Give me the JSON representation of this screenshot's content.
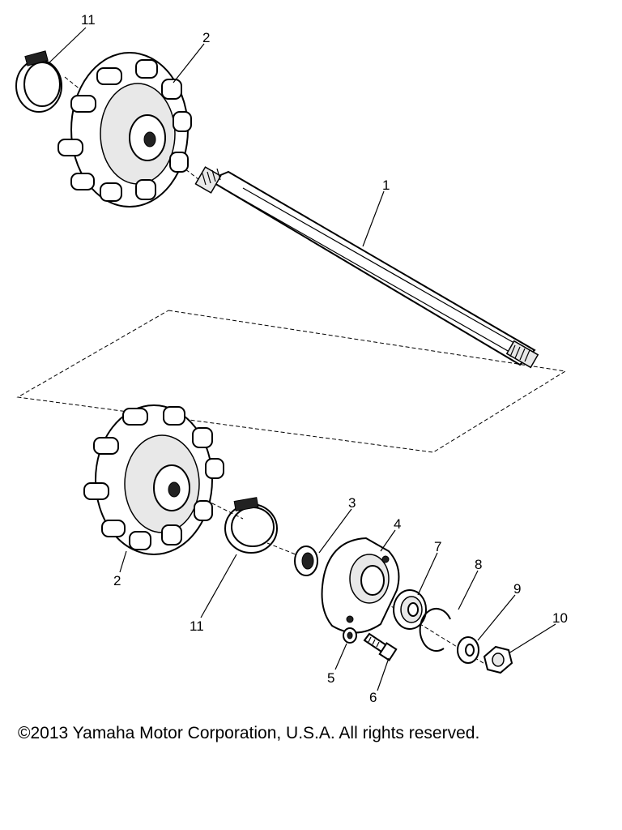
{
  "diagram": {
    "callouts": [
      {
        "id": "c11a",
        "label": "11"
      },
      {
        "id": "c2a",
        "label": "2"
      },
      {
        "id": "c1",
        "label": "1"
      },
      {
        "id": "c3",
        "label": "3"
      },
      {
        "id": "c4",
        "label": "4"
      },
      {
        "id": "c7",
        "label": "7"
      },
      {
        "id": "c8",
        "label": "8"
      },
      {
        "id": "c9",
        "label": "9"
      },
      {
        "id": "c10",
        "label": "10"
      },
      {
        "id": "c2b",
        "label": "2"
      },
      {
        "id": "c11b",
        "label": "11"
      },
      {
        "id": "c5",
        "label": "5"
      },
      {
        "id": "c6",
        "label": "6"
      }
    ]
  },
  "footer": {
    "copyright": "©2013 Yamaha Motor Corporation, U.S.A. All rights reserved."
  }
}
